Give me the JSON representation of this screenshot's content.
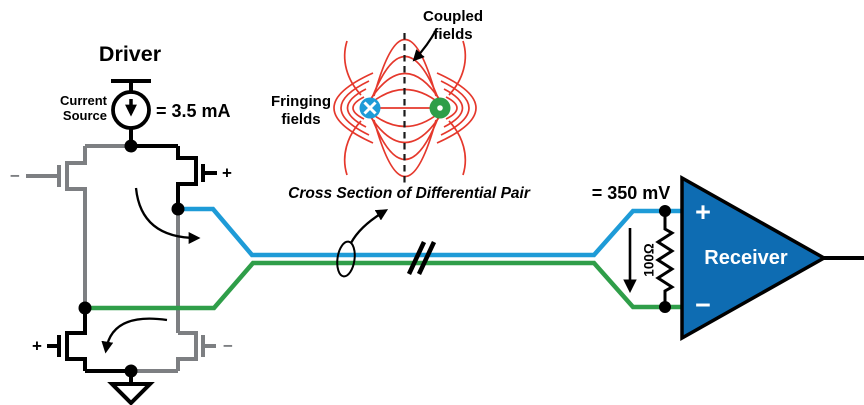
{
  "diagram": {
    "driver": {
      "title": "Driver",
      "current_source_label_1": "Current",
      "current_source_label_2": "Source",
      "current_value": "= 3.5 mA",
      "gate_top_left": "−",
      "gate_top_right": "+",
      "gate_bottom_left": "+",
      "gate_bottom_right": "−"
    },
    "cross_section": {
      "coupled_1": "Coupled",
      "coupled_2": "fields",
      "fringing_1": "Fringing",
      "fringing_2": "fields",
      "caption": "Cross Section of Differential Pair"
    },
    "receiver": {
      "voltage_value": "= 350 mV",
      "termination_value": "100Ω",
      "plus": "+",
      "minus": "−",
      "label": "Receiver"
    },
    "colors": {
      "trace_blue": "#1E9BD7",
      "trace_green": "#2F9E49",
      "receiver_fill": "#0E6CB2",
      "field_red": "#E5382C",
      "inactive_gray": "#7d7f82",
      "active_black": "#000000"
    }
  }
}
